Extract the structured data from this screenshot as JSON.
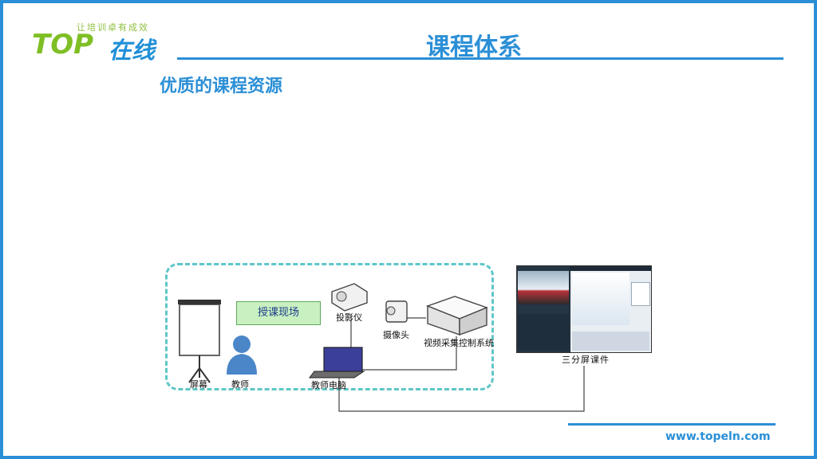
{
  "header": {
    "logo_slogan": "让培训卓有成效",
    "logo_top": "TOP",
    "logo_zaixian": "在线",
    "title": "课程体系",
    "subtitle": "优质的课程资源"
  },
  "diagram": {
    "site_label": "授课现场",
    "screen_label": "屏幕",
    "teacher_label": "教师",
    "projector_label": "投影仪",
    "camera_label": "摄像头",
    "capture_system_label": "视频采集控制系统",
    "teacher_pc_label": "教师电脑",
    "output_label": "三分屏课件"
  },
  "footer": {
    "url": "www.topeln.com"
  },
  "colors": {
    "accent": "#2b8fd6",
    "logo_green": "#7fbf25",
    "dash_border": "#5fc6c8",
    "site_fill": "#c9f0c1"
  }
}
